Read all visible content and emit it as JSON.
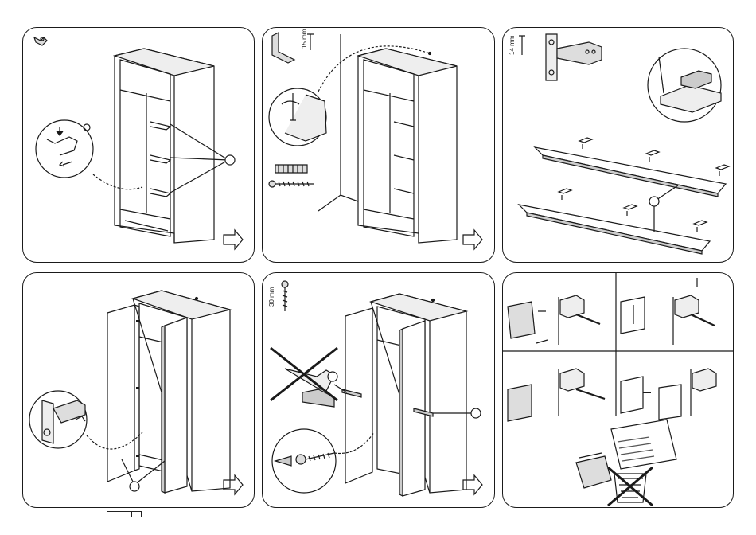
{
  "panels": [
    {
      "step": "cabinet-shelf-pins"
    },
    {
      "step": "wall-anchor"
    },
    {
      "step": "hinge-mounting",
      "screw_length": "14 mm"
    },
    {
      "step": "door-attach"
    },
    {
      "step": "handle-fixing",
      "screw_length": "30 mm"
    },
    {
      "step": "hinge-adjust"
    }
  ],
  "labels": {
    "screw_15": "15 mm",
    "screw_14": "14 mm",
    "screw_30": "30 mm"
  },
  "icons": [
    "next-arrow-icon",
    "pointer-circle-icon",
    "drill-prohibited-icon",
    "trash-prohibited-icon",
    "recycle-bin-icon"
  ],
  "colors": {
    "line": "#1a1a1a",
    "fill_grey": "#c8c8c8",
    "background": "#ffffff"
  }
}
